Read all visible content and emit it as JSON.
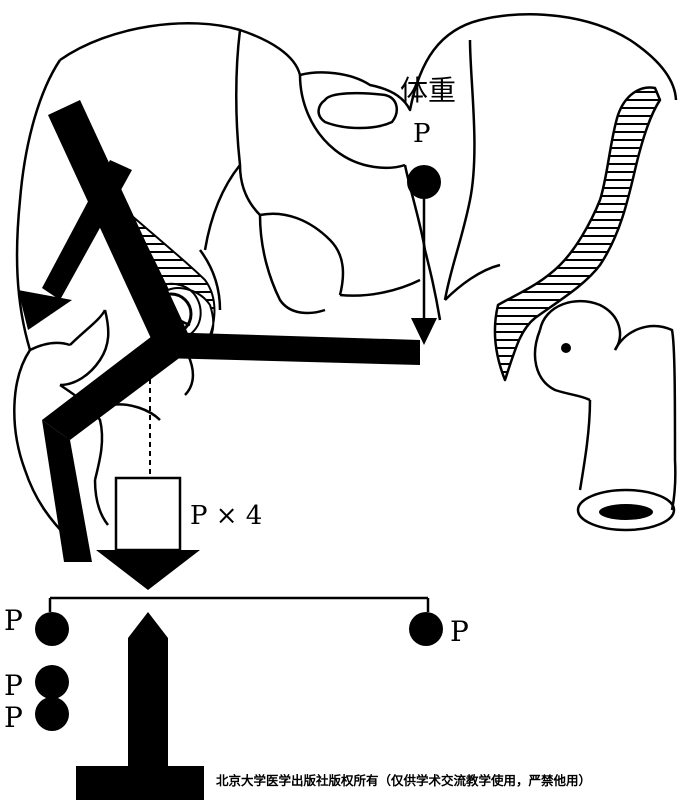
{
  "labels": {
    "body_weight": "体重",
    "body_weight_symbol": "P",
    "load_multiplier": "P × 4",
    "left_weights": [
      "P",
      "P",
      "P"
    ],
    "right_weight": "P"
  },
  "copyright": "北京大学医学出版社版权所有（仅供学术交流教学使用，严禁他用）",
  "colors": {
    "ink": "#000000",
    "paper": "#ffffff"
  }
}
